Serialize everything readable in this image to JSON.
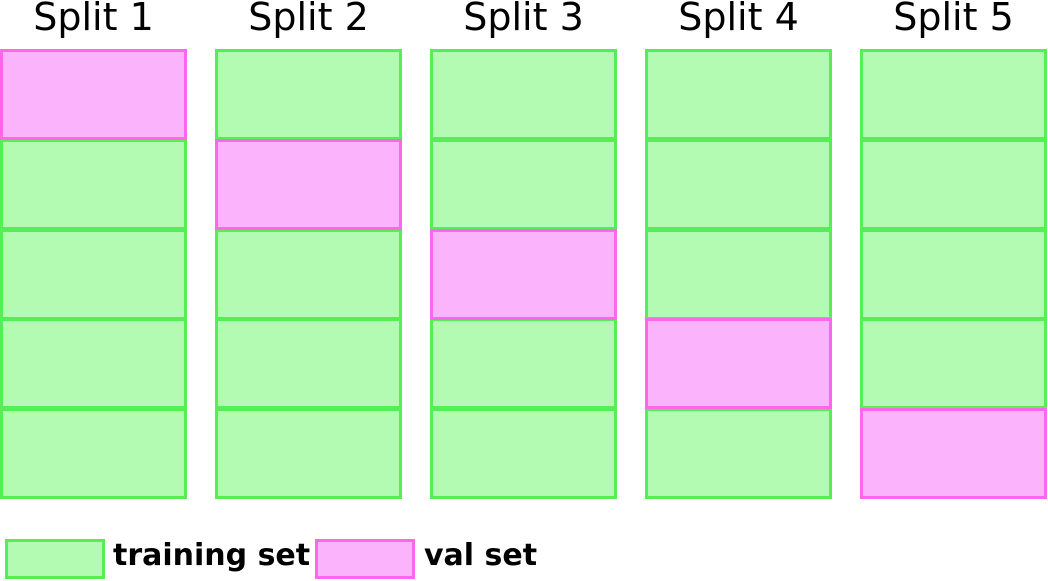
{
  "splits": [
    {
      "title": "Split 1",
      "val_index": 0
    },
    {
      "title": "Split 2",
      "val_index": 1
    },
    {
      "title": "Split 3",
      "val_index": 2
    },
    {
      "title": "Split 4",
      "val_index": 3
    },
    {
      "title": "Split 5",
      "val_index": 4
    }
  ],
  "folds_per_split": 5,
  "legend": {
    "training_label": "training set",
    "val_label": "val set"
  },
  "colors": {
    "training_fill": "#b3fbb3",
    "training_border": "#55ee55",
    "val_fill": "#fbb3fb",
    "val_border": "#ff66ee"
  }
}
